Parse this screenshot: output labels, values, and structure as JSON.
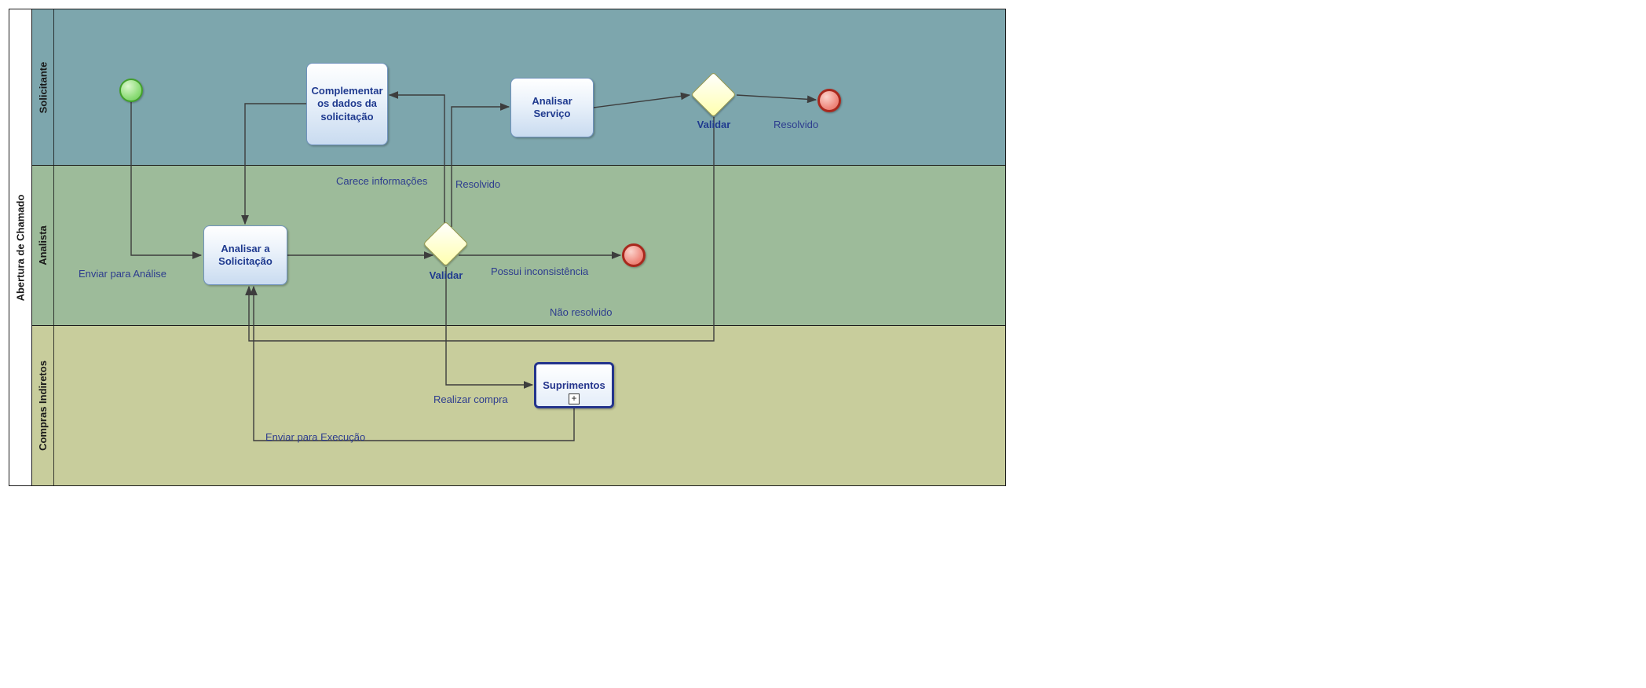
{
  "pool": {
    "label": "Abertura de Chamado"
  },
  "lanes": [
    {
      "label": "Solicitante",
      "color": "#7da6ad"
    },
    {
      "label": "Analista",
      "color": "#9dbb9a"
    },
    {
      "label": "Compras Indiretos",
      "color": "#c8cd9c"
    }
  ],
  "nodes": {
    "start_event": {
      "type": "start-event"
    },
    "task_complementar": {
      "label": "Complementar os dados da solicitação"
    },
    "task_analisar_servico": {
      "label": "Analisar Serviço"
    },
    "task_analisar_solicitacao": {
      "label": "Analisar a Solicitação"
    },
    "gateway_solicitante": {
      "label": "Validar"
    },
    "gateway_analista": {
      "label": "Validar"
    },
    "subprocess_suprimentos": {
      "label": "Suprimentos",
      "expand_glyph": "+"
    },
    "end_event_solicitante": {
      "type": "end-event"
    },
    "end_event_analista": {
      "type": "end-event"
    }
  },
  "flow_labels": {
    "enviar_para_analise": "Enviar para Análise",
    "carece_informacoes": "Carece informações",
    "resolvido_analista": "Resolvido",
    "possui_inconsistencia": "Possui inconsistência",
    "nao_resolvido": "Não resolvido",
    "resolvido_solicitante": "Resolvido",
    "realizar_compra": "Realizar compra",
    "enviar_para_execucao": "Enviar para Execução"
  },
  "colors": {
    "lane_solicitante": "#7da6ad",
    "lane_analista": "#9dbb9a",
    "lane_compras_indiretos": "#c8cd9c",
    "task_border": "#6f92bd",
    "task_text": "#1f3a8f",
    "flow_label_text": "#2d3c8e",
    "gateway_fill": "#ffffcc",
    "gateway_border": "#99994d",
    "start_event_fill": "#8fdd7a",
    "start_event_border": "#43a02c",
    "end_event_fill": "#f08d82",
    "end_event_border": "#a8281d",
    "subprocess_border": "#24348c",
    "connector": "#3d3d3d"
  }
}
